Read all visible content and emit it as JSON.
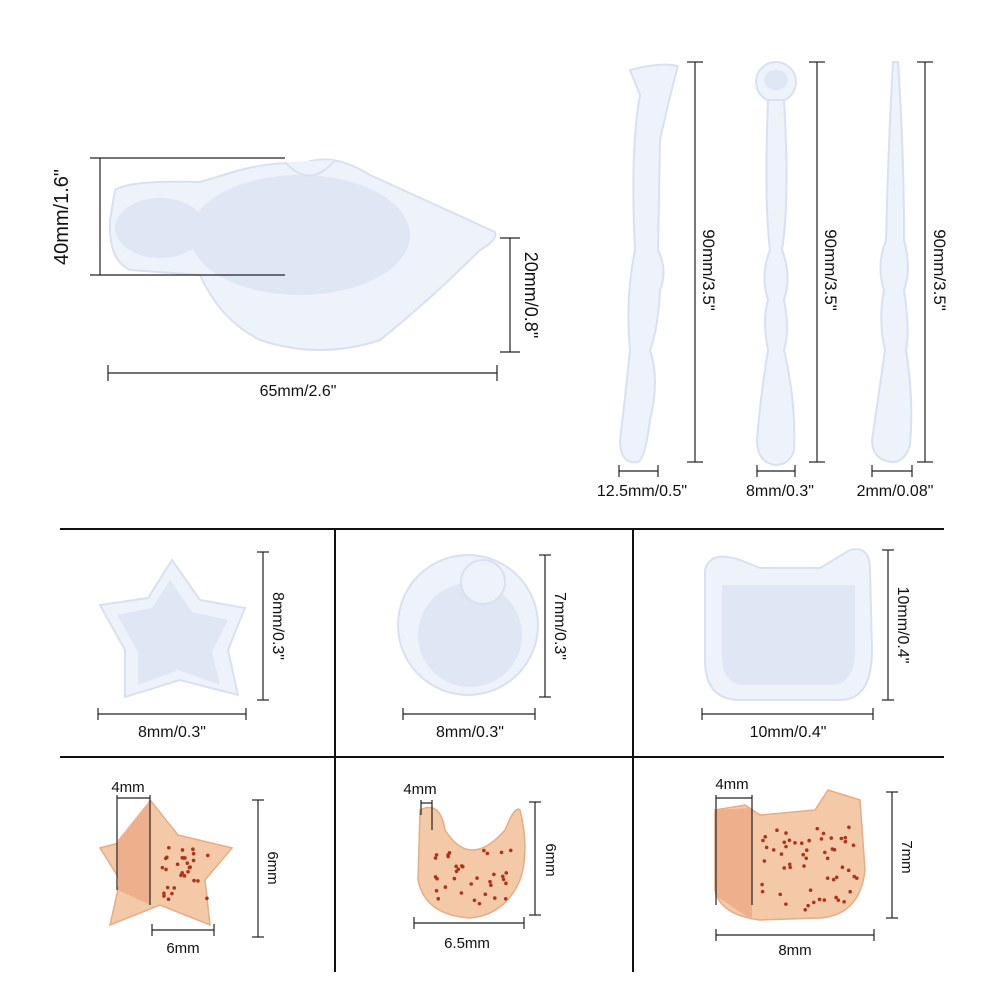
{
  "cup": {
    "height_label": "40mm/1.6\"",
    "depth_label": "20mm/0.8\"",
    "length_label": "65mm/2.6\""
  },
  "tools": [
    {
      "length_label": "90mm/3.5\"",
      "width_label": "12.5mm/0.5\""
    },
    {
      "length_label": "90mm/3.5\"",
      "width_label": "8mm/0.3\""
    },
    {
      "length_label": "90mm/3.5\"",
      "width_label": "2mm/0.08\""
    }
  ],
  "molds": [
    {
      "shape": "star",
      "width_label": "8mm/0.3\"",
      "height_label": "8mm/0.3\""
    },
    {
      "shape": "moon",
      "width_label": "8mm/0.3\"",
      "height_label": "7mm/0.3\""
    },
    {
      "shape": "cat",
      "width_label": "10mm/0.4\"",
      "height_label": "10mm/0.4\""
    }
  ],
  "pieces": [
    {
      "shape": "star",
      "thickness_label": "4mm",
      "height_label": "6mm",
      "width_label": "6mm"
    },
    {
      "shape": "moon",
      "thickness_label": "4mm",
      "height_label": "6mm",
      "width_label": "6.5mm"
    },
    {
      "shape": "cat",
      "thickness_label": "4mm",
      "height_label": "7mm",
      "width_label": "8mm"
    }
  ]
}
